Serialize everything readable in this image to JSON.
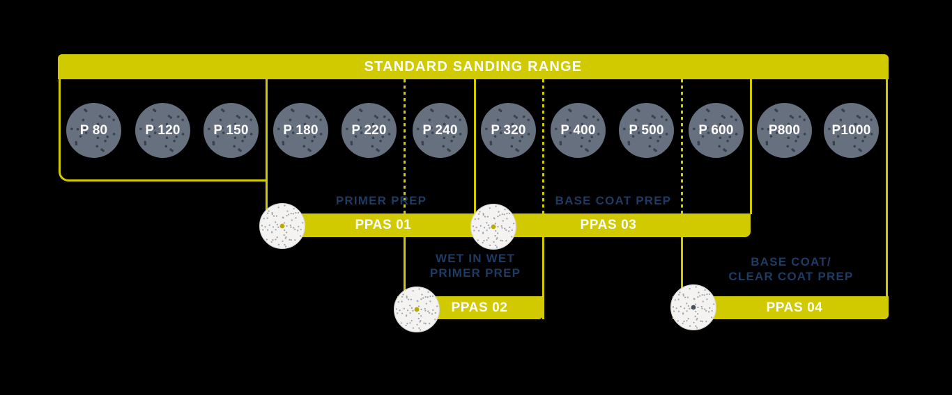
{
  "colors": {
    "accent": "#d2ca00",
    "navy": "#1d3c63",
    "grit_gray": "#67707e",
    "bg": "#000000",
    "white": "#ffffff"
  },
  "header": {
    "title": "STANDARD SANDING RANGE"
  },
  "grits": [
    {
      "label": "P 80"
    },
    {
      "label": "P 120"
    },
    {
      "label": "P 150"
    },
    {
      "label": "P 180"
    },
    {
      "label": "P 220"
    },
    {
      "label": "P 240"
    },
    {
      "label": "P 320"
    },
    {
      "label": "P 400"
    },
    {
      "label": "P 500"
    },
    {
      "label": "P 600"
    },
    {
      "label": "P800"
    },
    {
      "label": "P1000"
    }
  ],
  "ranges": [
    {
      "bar_label": "PPAS 01",
      "prep_lines": [
        "PRIMER PREP"
      ]
    },
    {
      "bar_label": "PPAS 02",
      "prep_lines": [
        "WET IN WET",
        "PRIMER PREP"
      ]
    },
    {
      "bar_label": "PPAS 03",
      "prep_lines": [
        "BASE COAT PREP"
      ]
    },
    {
      "bar_label": "PPAS 04",
      "prep_lines": [
        "BASE COAT/",
        "CLEAR COAT PREP"
      ]
    }
  ]
}
